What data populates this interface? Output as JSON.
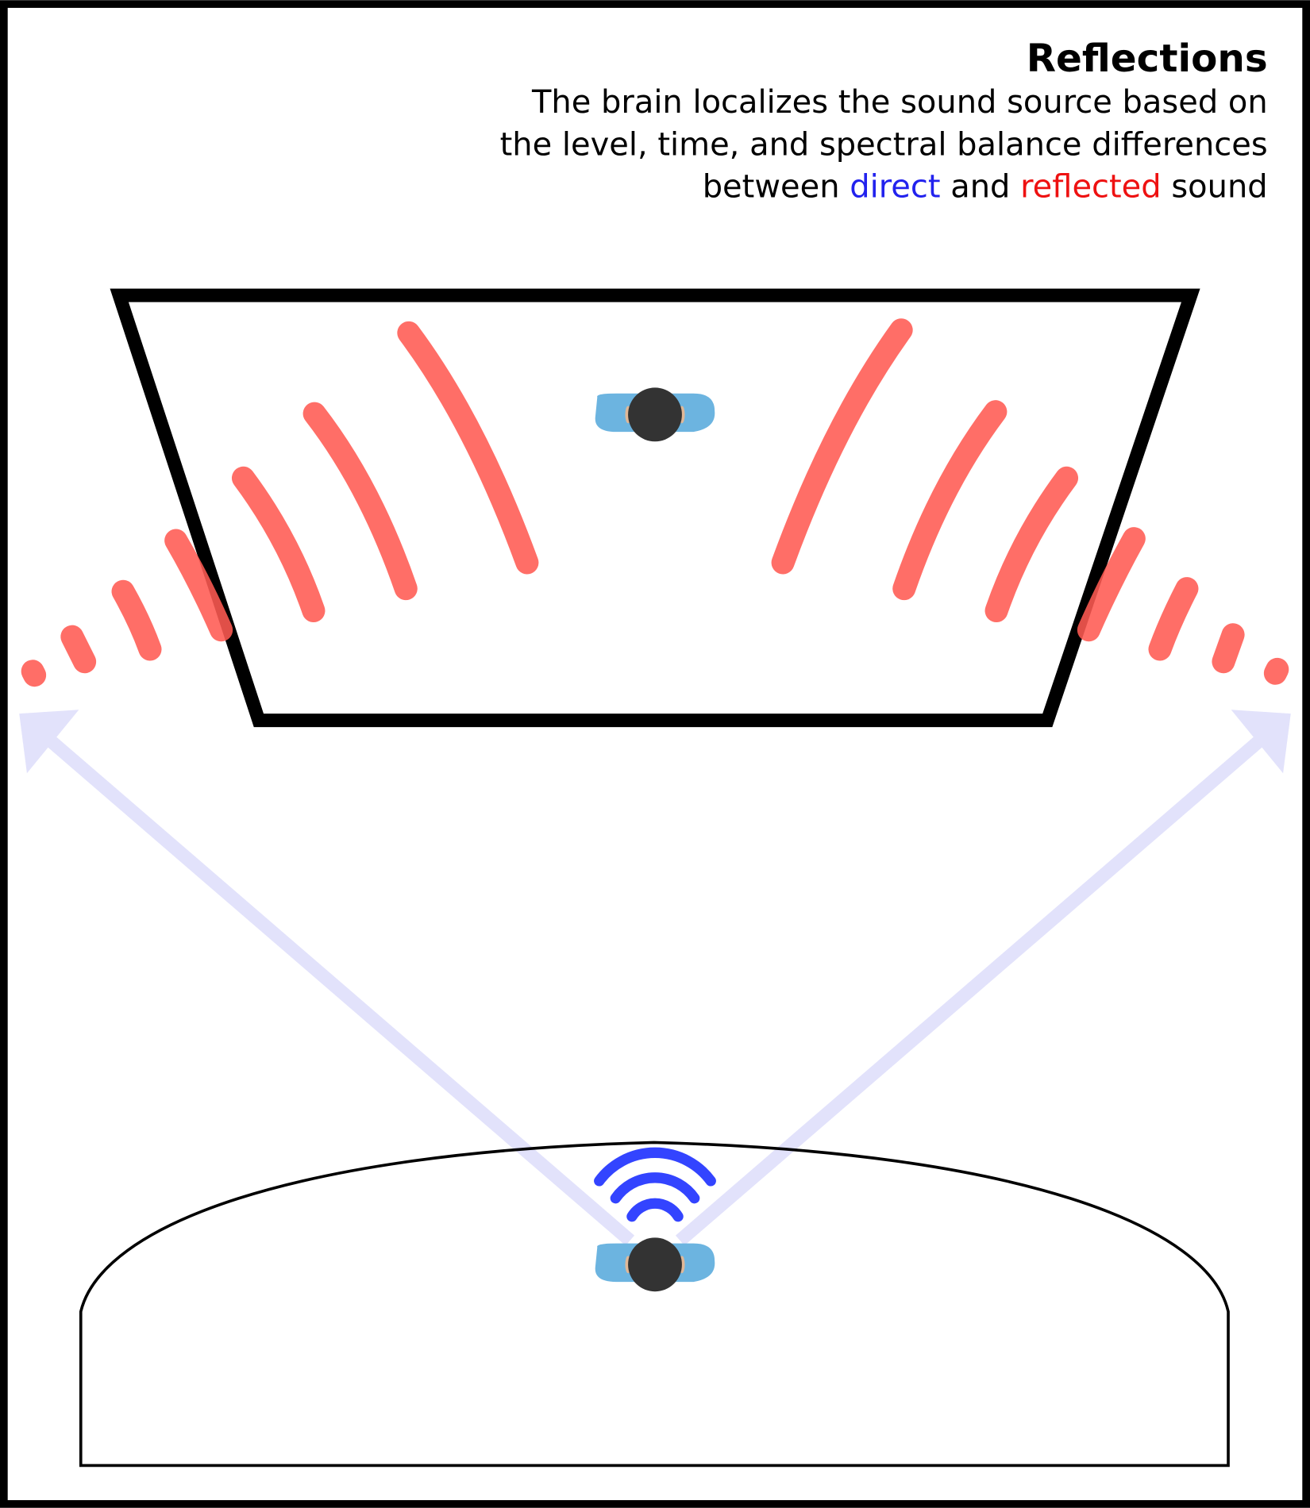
{
  "title": "Reflections",
  "description": {
    "line1": "The brain localizes the sound source based on",
    "line2": "the level, time, and spectral balance differences",
    "line3_prefix": "between ",
    "line3_direct": "direct",
    "line3_mid": " and ",
    "line3_reflected": "reflected",
    "line3_suffix": " sound"
  },
  "colors": {
    "direct": "#2222ee",
    "reflected": "#ee1111",
    "reflection_waves": "#ff5a52",
    "direct_waves": "#3344ff",
    "arrows": "#e2e2fb",
    "person_body": "#6cb4e0",
    "person_head": "#333333"
  }
}
